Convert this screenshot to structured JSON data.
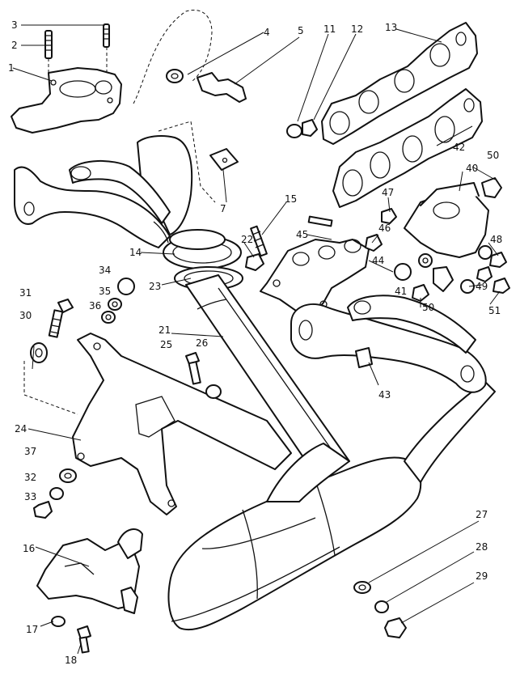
{
  "callouts": [
    {
      "label": "1"
    },
    {
      "label": "2"
    },
    {
      "label": "3"
    },
    {
      "label": "4"
    },
    {
      "label": "5"
    },
    {
      "label": "7"
    },
    {
      "label": "11"
    },
    {
      "label": "12"
    },
    {
      "label": "13"
    },
    {
      "label": "14"
    },
    {
      "label": "15"
    },
    {
      "label": "16"
    },
    {
      "label": "17"
    },
    {
      "label": "18"
    },
    {
      "label": "21"
    },
    {
      "label": "22"
    },
    {
      "label": "23"
    },
    {
      "label": "24"
    },
    {
      "label": "25"
    },
    {
      "label": "26"
    },
    {
      "label": "27"
    },
    {
      "label": "28"
    },
    {
      "label": "29"
    },
    {
      "label": "30"
    },
    {
      "label": "31"
    },
    {
      "label": "32"
    },
    {
      "label": "33"
    },
    {
      "label": "34"
    },
    {
      "label": "35"
    },
    {
      "label": "36"
    },
    {
      "label": "37"
    },
    {
      "label": "40"
    },
    {
      "label": "41"
    },
    {
      "label": "42"
    },
    {
      "label": "43"
    },
    {
      "label": "44"
    },
    {
      "label": "45"
    },
    {
      "label": "46"
    },
    {
      "label": "47"
    },
    {
      "label": "48"
    },
    {
      "label": "49"
    },
    {
      "label": "50"
    },
    {
      "label": "50"
    },
    {
      "label": "51"
    }
  ]
}
